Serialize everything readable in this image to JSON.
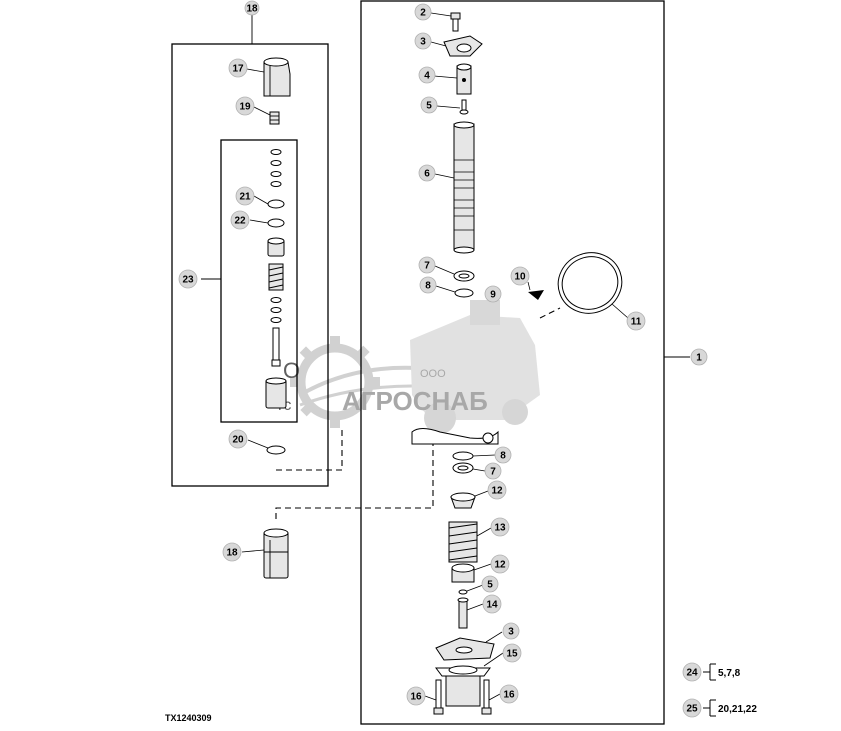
{
  "figure_id": "TX1240309",
  "callouts": {
    "c18_top": "18",
    "c17": "17",
    "c19": "19",
    "c21": "21",
    "c22": "22",
    "c23": "23",
    "c20": "20",
    "c18_bottom": "18",
    "c2": "2",
    "c3_top": "3",
    "c4": "4",
    "c5_top": "5",
    "c6": "6",
    "c7_top": "7",
    "c8_top": "8",
    "c9": "9",
    "c10": "10",
    "c11": "11",
    "c1": "1",
    "c8_mid": "8",
    "c7_mid": "7",
    "c12_top": "12",
    "c13": "13",
    "c12_bottom": "12",
    "c5_bottom": "5",
    "c14": "14",
    "c3_bottom": "3",
    "c15": "15",
    "c16_left": "16",
    "c16_right": "16",
    "c24": "24",
    "c25": "25"
  },
  "legend": {
    "row24_items": "5,7,8",
    "row25_items": "20,21,22"
  },
  "watermark": {
    "company_prefix": "ООО",
    "company_name": "АГРОСНАБ"
  }
}
